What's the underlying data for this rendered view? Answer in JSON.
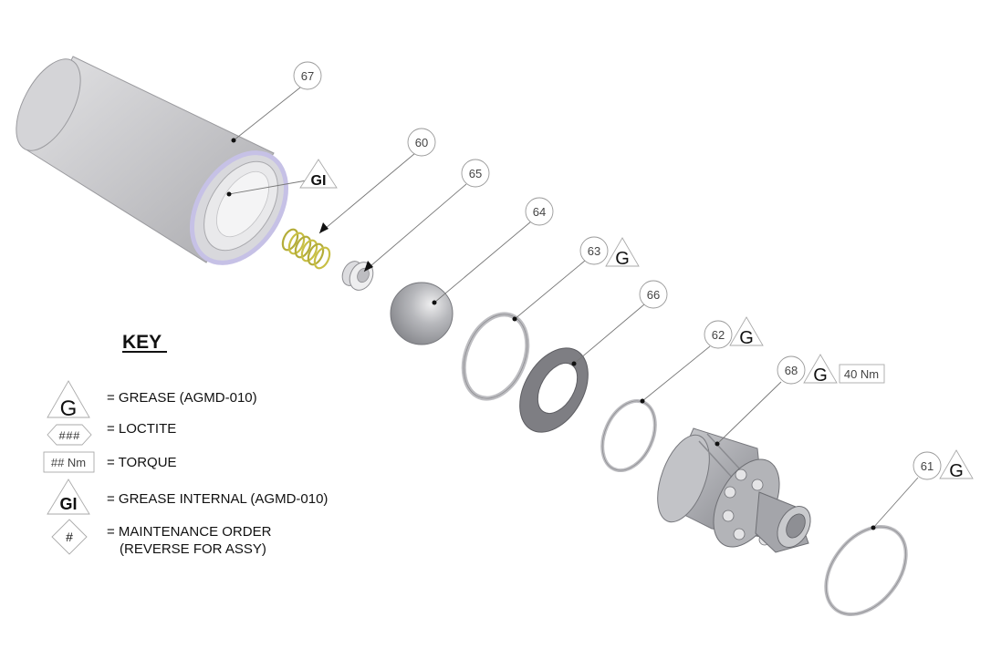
{
  "key": {
    "title": "KEY",
    "grease_symbol": "G",
    "grease_label": "= GREASE (AGMD-010)",
    "loctite_symbol": "###",
    "loctite_label": "= LOCTITE",
    "torque_symbol": "## Nm",
    "torque_label": "= TORQUE",
    "grease_internal_symbol": "GI",
    "grease_internal_label": "= GREASE INTERNAL (AGMD-010)",
    "maintenance_symbol": "#",
    "maintenance_label_line1": "= MAINTENANCE ORDER",
    "maintenance_label_line2": "(REVERSE FOR ASSY)"
  },
  "callouts": {
    "c67": "67",
    "c60": "60",
    "c65": "65",
    "c64": "64",
    "c63": "63",
    "c66": "66",
    "c62": "62",
    "c68": "68",
    "c61": "61"
  },
  "annotations": {
    "gi_housing": "GI",
    "g_63": "G",
    "g_62": "G",
    "g_68": "G",
    "torque_68": "40 Nm",
    "g_61": "G"
  }
}
